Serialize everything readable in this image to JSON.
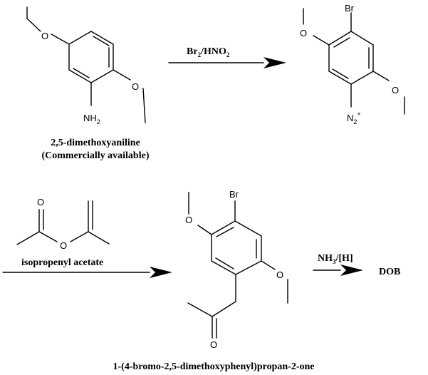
{
  "molecules": {
    "dimethoxyaniline": {
      "atom_nh": "NH",
      "atom_nh_sub": "2",
      "name_line1": "2,5-dimethoxyaniline",
      "name_line2": "(Commercially available)"
    },
    "diazonium": {
      "atom_br": "Br",
      "atom_n": "N",
      "atom_n_sub": "2",
      "atom_n_sup": "+"
    },
    "isopropenyl_acetate": {
      "name": "isopropenyl acetate"
    },
    "ketone": {
      "atom_br": "Br",
      "name": "1-(4-bromo-2,5-dimethoxyphenyl)propan-2-one"
    }
  },
  "reactions": {
    "step1": {
      "reagent_main": "Br",
      "reagent_sub": "2",
      "reagent_rest": "/HNO",
      "reagent_sub2": "2"
    },
    "step3": {
      "reagent_main": "NH",
      "reagent_sub": "3",
      "reagent_rest": "/[H]",
      "product": "DOB"
    }
  }
}
